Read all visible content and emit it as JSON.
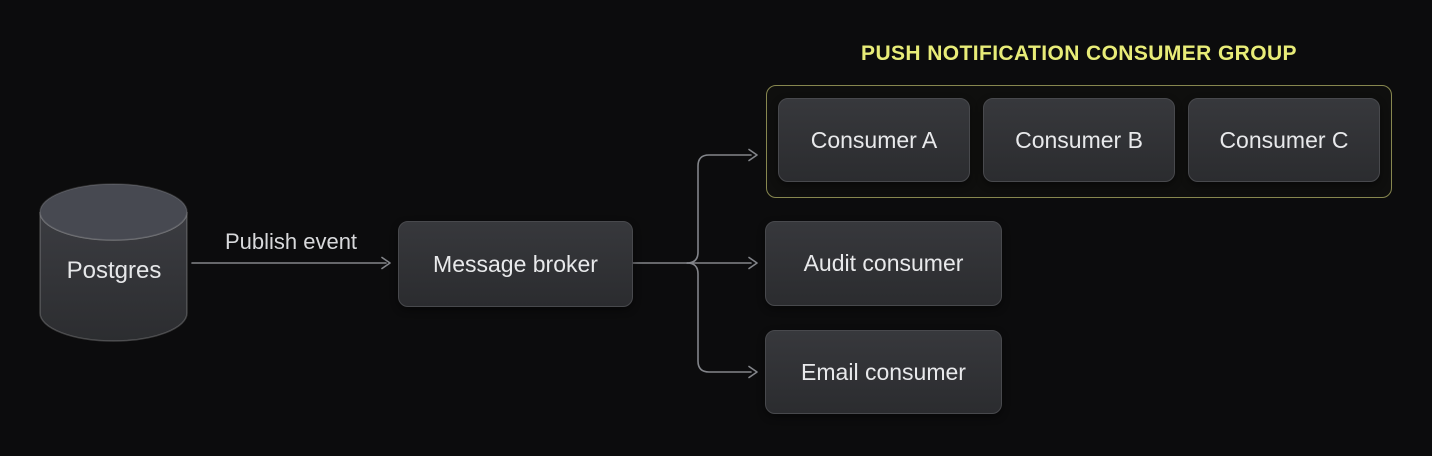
{
  "diagram": {
    "database": {
      "label": "Postgres",
      "shape": "cylinder"
    },
    "publish_edge": {
      "label": "Publish event"
    },
    "broker": {
      "label": "Message broker"
    },
    "consumer_group": {
      "title": "PUSH NOTIFICATION CONSUMER GROUP",
      "consumers": [
        {
          "label": "Consumer A"
        },
        {
          "label": "Consumer B"
        },
        {
          "label": "Consumer C"
        }
      ]
    },
    "audit_consumer": {
      "label": "Audit consumer"
    },
    "email_consumer": {
      "label": "Email consumer"
    },
    "colors": {
      "background": "#0c0c0d",
      "node_fill_top": "#37383c",
      "node_fill_bottom": "#2b2c2f",
      "node_border": "#48494d",
      "node_text": "#e8e9eb",
      "edge_line": "#83858a",
      "edge_label_text": "#d8d9db",
      "group_border": "#87874f",
      "group_title_text": "#e8ec78",
      "cylinder_top": "#474951",
      "cylinder_body_top": "#3b3c41",
      "cylinder_body_bottom": "#2c2d30"
    }
  }
}
